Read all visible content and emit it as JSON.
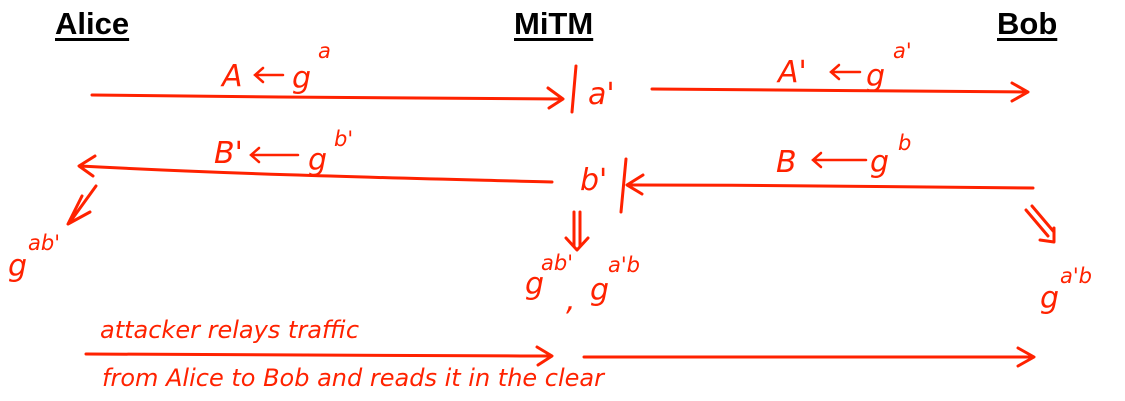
{
  "headers": {
    "alice": "Alice",
    "mitm": "MiTM",
    "bob": "Bob"
  },
  "colors": {
    "ink": "#ff2200",
    "header": "#000000"
  },
  "alice_to_mitm": {
    "label": "A",
    "base": "g",
    "exp": "a"
  },
  "mitm_secret_a": "a'",
  "mitm_to_bob": {
    "label": "A'",
    "base": "g",
    "exp": "a'"
  },
  "bob_to_mitm": {
    "label": "B",
    "base": "g",
    "exp": "b"
  },
  "mitm_secret_b": "b'",
  "mitm_to_alice": {
    "label": "B'",
    "base": "g",
    "exp": "b'"
  },
  "alice_key": {
    "base": "g",
    "exp": "ab'"
  },
  "mitm_keys": {
    "first_base": "g",
    "first_exp": "ab'",
    "separator": ",",
    "second_base": "g",
    "second_exp": "a'b"
  },
  "bob_key": {
    "base": "g",
    "exp": "a'b"
  },
  "note": {
    "line1": "attacker relays traffic",
    "line2": "from Alice to Bob and reads it in the clear"
  }
}
